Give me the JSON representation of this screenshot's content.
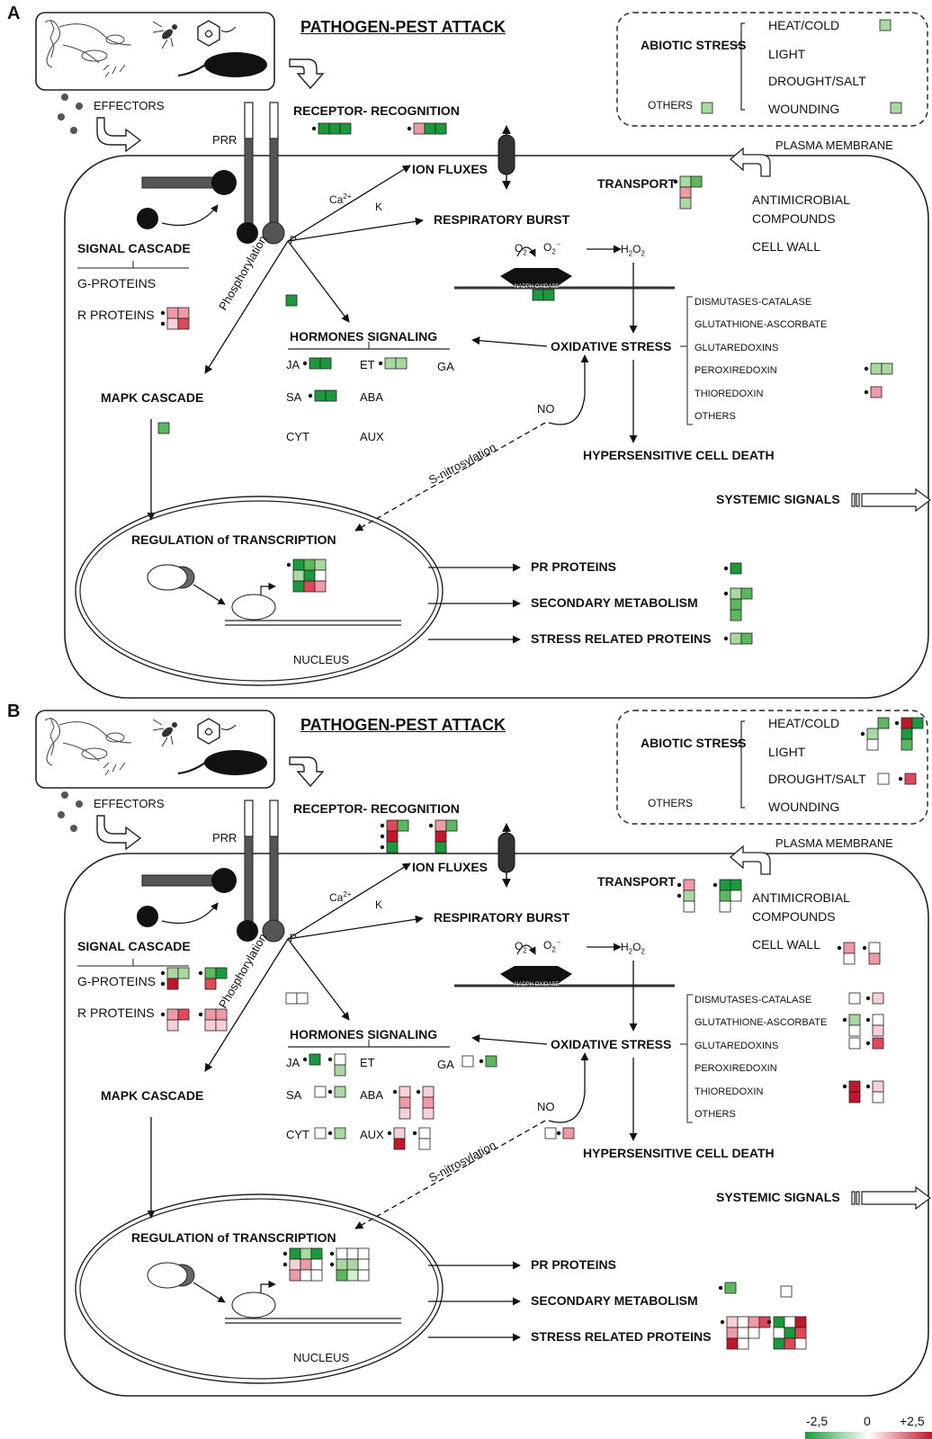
{
  "panels": {
    "a": {
      "letter": "A",
      "title": "PATHOGEN-PEST ATTACK",
      "effectors": "EFFECTORS",
      "receptor": "RECEPTOR- RECOGNITION",
      "prr": "PRR",
      "ion_fluxes": "ION FLUXES",
      "ca": "Ca",
      "ca_sup": "2+",
      "k": "K",
      "p": "P",
      "respiratory_burst": "RESPIRATORY BURST",
      "signal_cascade": "SIGNAL CASCADE",
      "g_proteins": "G-PROTEINS",
      "r_proteins": "R PROTEINS",
      "phosphorylation": "Phosphorylation",
      "hormones": "HORMONES SIGNALING",
      "ja": "JA",
      "et": "ET",
      "ga": "GA",
      "sa": "SA",
      "aba": "ABA",
      "cyt": "CYT",
      "aux": "AUX",
      "mapk": "MAPK CASCADE",
      "oxidative": "OXIDATIVE STRESS",
      "no": "NO",
      "s_nitro": "S-nitrosylation",
      "hypersensitive": "HYPERSENSITIVE CELL DEATH",
      "systemic": "SYSTEMIC SIGNALS",
      "regulation": "REGULATION of TRANSCRIPTION",
      "nucleus": "NUCLEUS",
      "pr_proteins": "PR PROTEINS",
      "secondary": "SECONDARY METABOLISM",
      "stress_related": "STRESS RELATED PROTEINS",
      "transport": "TRANSPORT",
      "antimicrobial1": "ANTIMICROBIAL",
      "antimicrobial2": "COMPOUNDS",
      "cell_wall": "CELL WALL",
      "plasma_membrane": "PLASMA MEMBRANE",
      "nadph": "NADPH OXIDASE",
      "o2": "O",
      "o2_sub": "2",
      "o2m": "O",
      "o2m_sub": "2",
      "o2m_sup": "·-",
      "h2o2_h": "H",
      "h2o2_2a": "2",
      "h2o2_o": "O",
      "h2o2_2b": "2",
      "abiotic": "ABIOTIC STRESS",
      "others_abiotic": "OTHERS",
      "heat": "HEAT/COLD",
      "light": "LIGHT",
      "drought": "DROUGHT/SALT",
      "wounding": "WOUNDING",
      "antiox": [
        "DISMUTASES-CATALASE",
        "GLUTATHIONE-ASCORBATE",
        "GLUTAREDOXINS",
        "PEROXIREDOXIN",
        "THIOREDOXIN",
        "OTHERS"
      ]
    },
    "b": {
      "letter": "B",
      "title": "PATHOGEN-PEST ATTACK",
      "effectors": "EFFECTORS",
      "receptor": "RECEPTOR- RECOGNITION",
      "prr": "PRR",
      "ion_fluxes": "ION FLUXES",
      "ca": "Ca",
      "ca_sup": "2+",
      "k": "K",
      "p": "P",
      "respiratory_burst": "RESPIRATORY BURST",
      "signal_cascade": "SIGNAL CASCADE",
      "g_proteins": "G-PROTEINS",
      "r_proteins": "R PROTEINS",
      "phosphorylation": "Phosphorylation",
      "hormones": "HORMONES SIGNALING",
      "ja": "JA",
      "et": "ET",
      "ga": "GA",
      "sa": "SA",
      "aba": "ABA",
      "cyt": "CYT",
      "aux": "AUX",
      "mapk": "MAPK CASCADE",
      "oxidative": "OXIDATIVE STRESS",
      "no": "NO",
      "s_nitro": "S-nitrosylation",
      "hypersensitive": "HYPERSENSITIVE CELL DEATH",
      "systemic": "SYSTEMIC SIGNALS",
      "regulation": "REGULATION of TRANSCRIPTION",
      "nucleus": "NUCLEUS",
      "pr_proteins": "PR PROTEINS",
      "secondary": "SECONDARY METABOLISM",
      "stress_related": "STRESS RELATED PROTEINS",
      "transport": "TRANSPORT",
      "antimicrobial1": "ANTIMICROBIAL",
      "antimicrobial2": "COMPOUNDS",
      "cell_wall": "CELL WALL",
      "plasma_membrane": "PLASMA MEMBRANE",
      "nadph": "NADPH OXIDASE",
      "o2": "O",
      "o2_sub": "2",
      "o2m": "O",
      "o2m_sub": "2",
      "o2m_sup": "·-",
      "h2o2_h": "H",
      "h2o2_2a": "2",
      "h2o2_o": "O",
      "h2o2_2b": "2",
      "abiotic": "ABIOTIC STRESS",
      "others_abiotic": "OTHERS",
      "heat": "HEAT/COLD",
      "light": "LIGHT",
      "drought": "DROUGHT/SALT",
      "wounding": "WOUNDING",
      "antiox": [
        "DISMUTASES-CATALASE",
        "GLUTATHIONE-ASCORBATE",
        "GLUTAREDOXINS",
        "PEROXIREDOXIN",
        "THIOREDOXIN",
        "OTHERS"
      ]
    }
  },
  "scale": {
    "min": "-2,5",
    "mid": "0",
    "max": "+2,5"
  },
  "colors": {
    "dark_green": "#1a9a3c",
    "mid_green": "#5bb85d",
    "light_green": "#a9d8a0",
    "pale_green": "#d6eed0",
    "white": "#ffffff",
    "pale_red": "#f6d0d6",
    "light_red": "#ee9aa6",
    "mid_red": "#e0485a",
    "dark_red": "#c0182a",
    "line": "#222222",
    "gray": "#555555"
  }
}
